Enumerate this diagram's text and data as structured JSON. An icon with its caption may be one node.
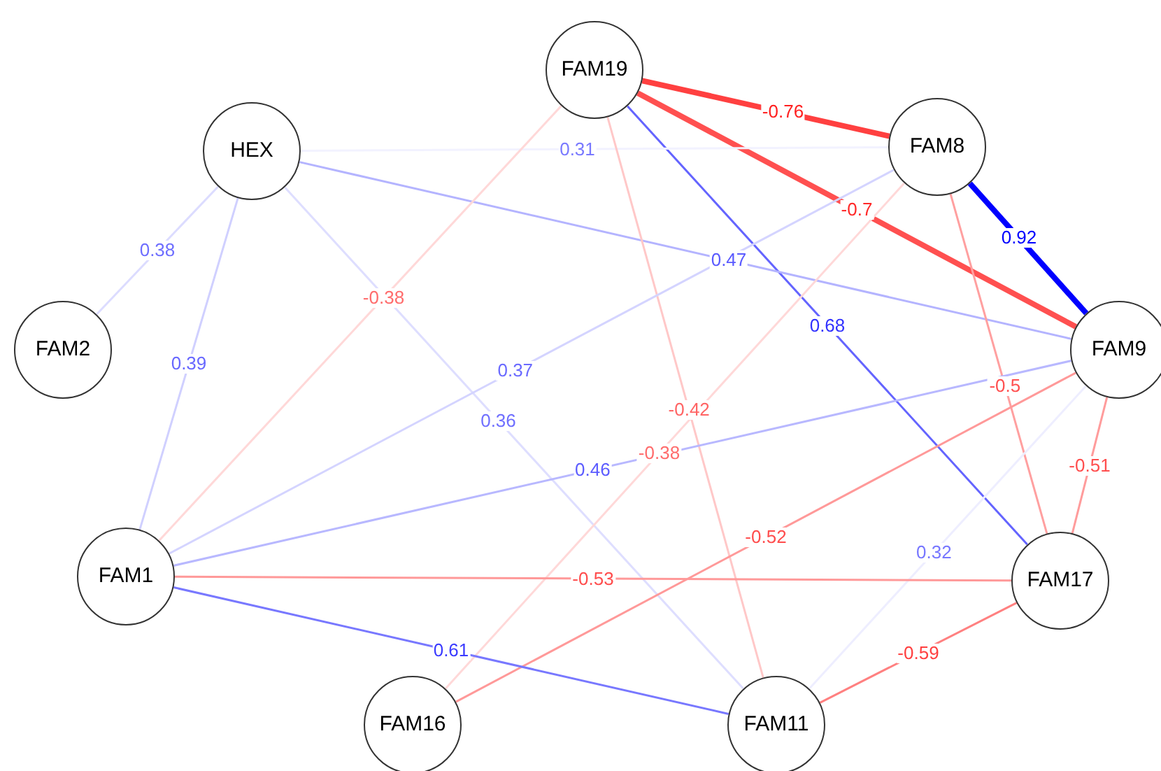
{
  "diagram": {
    "nodes": [
      {
        "text": [
          "FAM19"
        ]
      },
      {
        "text": [
          "HEX"
        ]
      },
      {
        "text": [
          "FAM8"
        ]
      },
      {
        "text": [
          "FAM2"
        ]
      },
      {
        "text": [
          "FAM9"
        ]
      },
      {
        "text": [
          "FAM1"
        ]
      },
      {
        "text": [
          "FAM17"
        ]
      },
      {
        "text": [
          "FAM16"
        ]
      },
      {
        "text": [
          "FAM11"
        ]
      }
    ],
    "edges": [
      {
        "from": 0,
        "to": 2,
        "arrow": "none",
        "label": "-0.76",
        "style": "thick",
        "color": "#ff4040"
      },
      {
        "from": 0,
        "to": 4,
        "arrow": "none",
        "label": "-0.7",
        "style": "thick",
        "color": "#ff5050"
      },
      {
        "from": 2,
        "to": 4,
        "arrow": "none",
        "label": "0.92",
        "style": "thick",
        "color": "#0000ff"
      },
      {
        "from": 0,
        "to": 6,
        "arrow": "none",
        "label": "0.68",
        "color": "#6464ff"
      },
      {
        "from": 1,
        "to": 2,
        "arrow": "none",
        "label": "0.31",
        "color": "#f2f2ff"
      },
      {
        "from": 1,
        "to": 4,
        "arrow": "none",
        "label": "0.47",
        "color": "#b4b4ff"
      },
      {
        "from": 1,
        "to": 3,
        "arrow": "none",
        "label": "0.38",
        "color": "#dcdcff"
      },
      {
        "from": 1,
        "to": 5,
        "arrow": "none",
        "label": "0.39",
        "color": "#d0d0ff"
      },
      {
        "from": 1,
        "to": 8,
        "arrow": "none",
        "label": "0.36",
        "color": "#dedeff"
      },
      {
        "from": 0,
        "to": 5,
        "arrow": "none",
        "label": "-0.38",
        "color": "#ffd8d8"
      },
      {
        "from": 0,
        "to": 8,
        "arrow": "none",
        "label": "-0.42",
        "color": "#ffc8c8"
      },
      {
        "from": 2,
        "to": 5,
        "arrow": "none",
        "label": "0.37",
        "color": "#d4d4ff"
      },
      {
        "from": 2,
        "to": 7,
        "arrow": "none",
        "label": "-0.38",
        "color": "#ffd8d8"
      },
      {
        "from": 2,
        "to": 6,
        "arrow": "none",
        "label": "-0.5",
        "color": "#ffa0a0"
      },
      {
        "from": 4,
        "to": 5,
        "arrow": "none",
        "label": "0.46",
        "color": "#b8b8ff"
      },
      {
        "from": 4,
        "to": 7,
        "arrow": "none",
        "label": "-0.52",
        "color": "#ff9999"
      },
      {
        "from": 4,
        "to": 6,
        "arrow": "none",
        "label": "-0.51",
        "color": "#ff9c9c"
      },
      {
        "from": 4,
        "to": 8,
        "arrow": "none",
        "label": "0.32",
        "color": "#eeeeff"
      },
      {
        "from": 5,
        "to": 6,
        "arrow": "none",
        "label": "-0.53",
        "color": "#ff9999"
      },
      {
        "from": 5,
        "to": 8,
        "arrow": "none",
        "label": "0.61",
        "color": "#7878ff"
      },
      {
        "from": 6,
        "to": 8,
        "arrow": "none",
        "label": "-0.59",
        "color": "#ff8080"
      }
    ]
  }
}
